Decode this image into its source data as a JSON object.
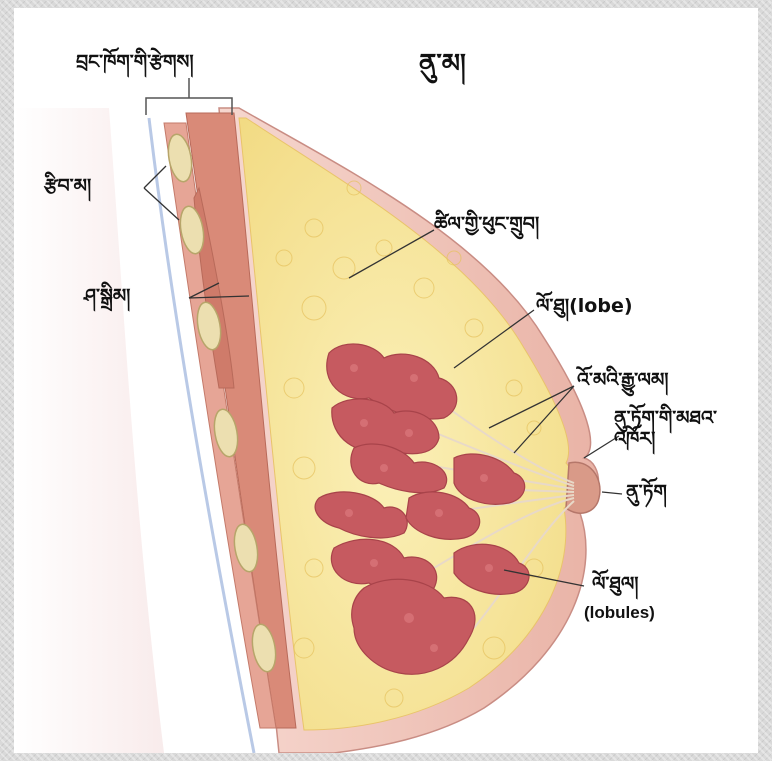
{
  "diagram": {
    "title": "ནུ་མ།",
    "labels": {
      "chest_wall": "བྲང་ཁོག་གི་རྩེགས།",
      "ribs": "རྩིབ་མ།",
      "muscle": "ཤ་སྒྲིམ།",
      "fatty_tissue": "ཚིལ་གྱི་ཕུང་གྲུབ།",
      "lobe": "ལོ་ཐུ།(lobe)",
      "ducts": "འོ་མའི་རྒྱུ་ལམ།",
      "areola": "ནུ་ཏོག་གི་མཐའ་འཁོར།",
      "nipple": "ནུ་ཏོག",
      "lobules_tib": "ལོ་ཐུལ།",
      "lobules_en": "(lobules)"
    },
    "colors": {
      "skin": "#f3c9c0",
      "fat": "#f6e39a",
      "gland": "#c75a5e",
      "muscle": "#d98a78",
      "rib": "#e8dcae"
    }
  }
}
